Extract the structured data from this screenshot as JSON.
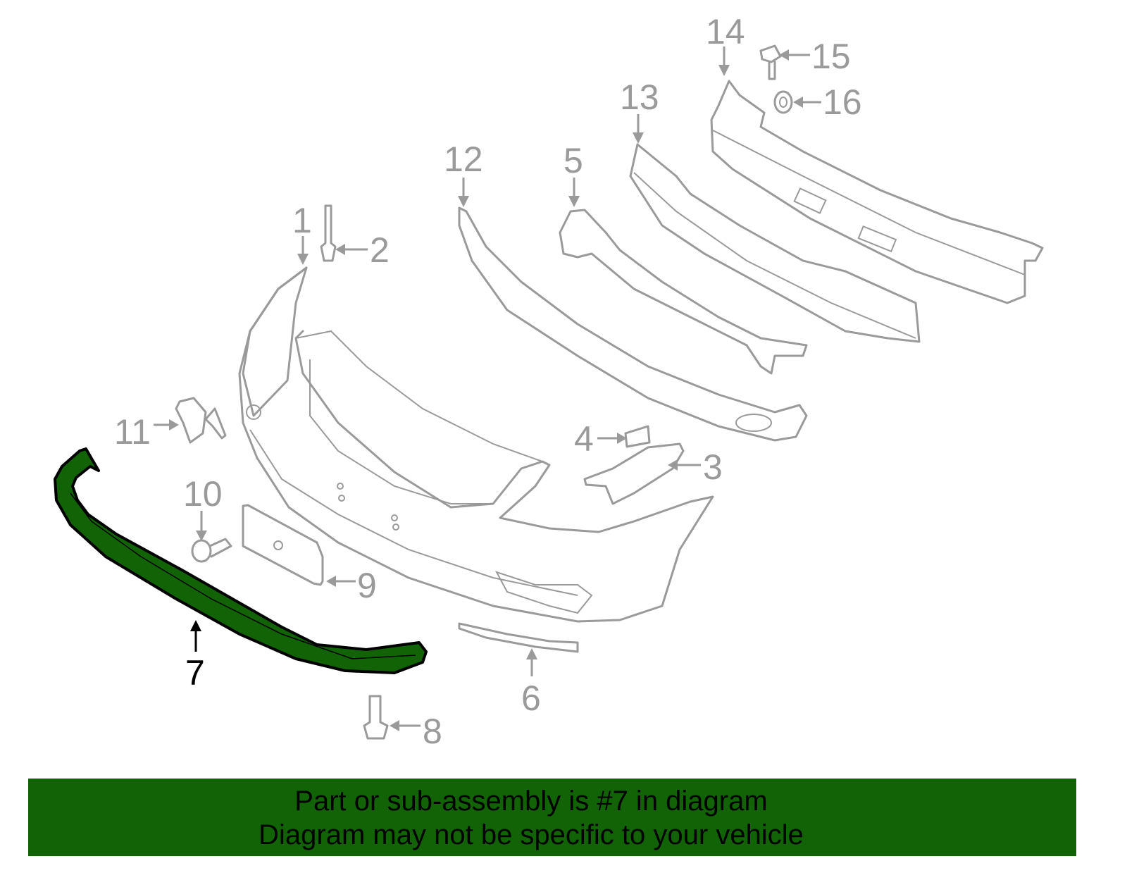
{
  "diagram": {
    "highlight_color": "#126306",
    "part_color": "#9a9a9a",
    "highlighted_part": "7",
    "callouts": [
      "1",
      "2",
      "3",
      "4",
      "5",
      "6",
      "7",
      "8",
      "9",
      "10",
      "11",
      "12",
      "13",
      "14",
      "15",
      "16"
    ]
  },
  "banner": {
    "line1": "Part or sub-assembly is #7 in diagram",
    "line2": "Diagram may not be specific to your vehicle"
  }
}
